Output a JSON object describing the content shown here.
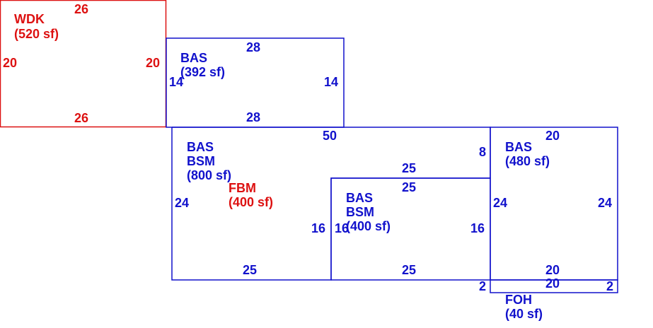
{
  "colors": {
    "blue": "#1111cc",
    "red": "#dd1111"
  },
  "areas": [
    {
      "id": "wdk",
      "color": "red",
      "lines": [
        "WDK",
        "(520 sf)"
      ],
      "dims": [
        "26",
        "20",
        "20",
        "26"
      ]
    },
    {
      "id": "bas-top",
      "color": "blue",
      "lines": [
        "BAS",
        "(392 sf)"
      ],
      "dims": [
        "28",
        "14",
        "14",
        "28"
      ]
    },
    {
      "id": "bas-bsm-large",
      "color": "blue",
      "lines": [
        "BAS",
        "BSM",
        "(800 sf)"
      ],
      "dims": [
        "50",
        "24",
        "25",
        "16",
        "25",
        "8"
      ]
    },
    {
      "id": "fbm",
      "color": "red",
      "lines": [
        "FBM",
        "(400 sf)"
      ]
    },
    {
      "id": "bas-bsm-small",
      "color": "blue",
      "lines": [
        "BAS",
        "BSM",
        "(400 sf)"
      ],
      "dims": [
        "25",
        "16",
        "16",
        "25"
      ]
    },
    {
      "id": "bas-right",
      "color": "blue",
      "lines": [
        "BAS",
        "(480 sf)"
      ],
      "dims": [
        "20",
        "24",
        "24",
        "20"
      ]
    },
    {
      "id": "foh",
      "color": "blue",
      "lines": [
        "FOH",
        "(40 sf)"
      ],
      "dims": [
        "20",
        "2",
        "2"
      ]
    }
  ]
}
